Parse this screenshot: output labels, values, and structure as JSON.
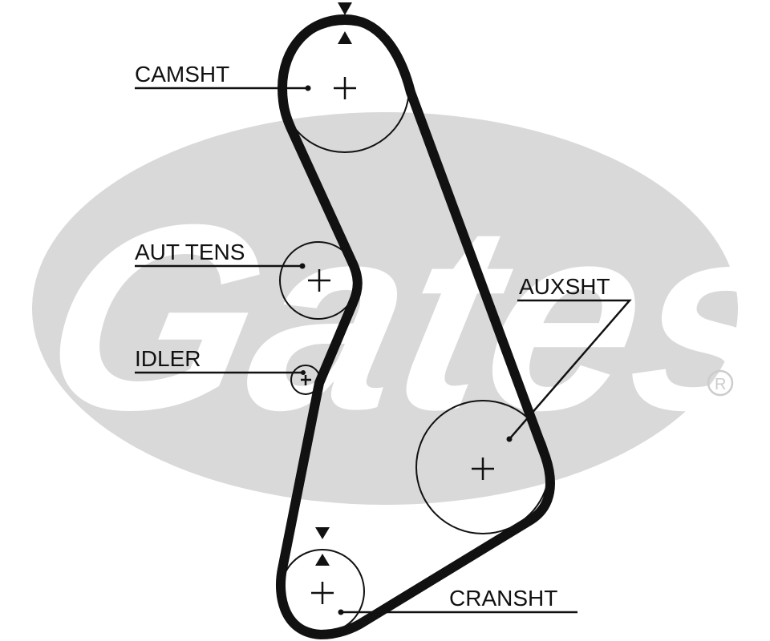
{
  "logo": {
    "text": "Gates",
    "registered": "®",
    "background_color": "#d9d9d9"
  },
  "labels": {
    "camshaft": "CAMSHT",
    "tensioner": "AUT TENS",
    "idler": "IDLER",
    "auxshaft": "AUXSHT",
    "crankshaft": "CRANSHT"
  },
  "colors": {
    "belt": "#111111",
    "pulley": "#111111"
  }
}
